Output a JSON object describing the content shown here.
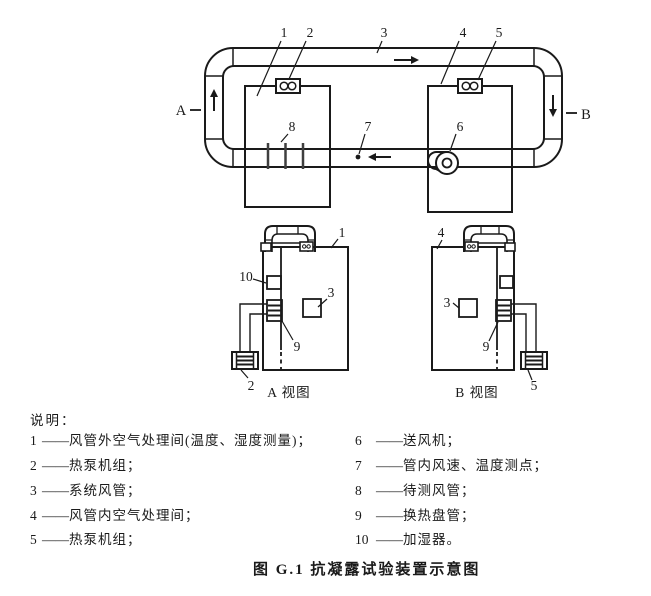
{
  "diagram": {
    "callouts": {
      "n1": "1",
      "n2": "2",
      "n3": "3",
      "n4": "4",
      "n5": "5",
      "n6": "6",
      "n7": "7",
      "n8": "8",
      "n9": "9",
      "n10": "10"
    },
    "ports": {
      "a": "A",
      "b": "B"
    },
    "views": {
      "a": "A 视图",
      "b": "B 视图"
    }
  },
  "legend": {
    "heading": "说明：",
    "dash": "——",
    "items": [
      {
        "num": "1",
        "text": "风管外空气处理间(温度、湿度测量)；"
      },
      {
        "num": "2",
        "text": "热泵机组；"
      },
      {
        "num": "3",
        "text": "系统风管；"
      },
      {
        "num": "4",
        "text": "风管内空气处理间；"
      },
      {
        "num": "5",
        "text": "热泵机组；"
      },
      {
        "num": "6",
        "text": "送风机；"
      },
      {
        "num": "7",
        "text": "管内风速、温度测点；"
      },
      {
        "num": "8",
        "text": "待测风管；"
      },
      {
        "num": "9",
        "text": "换热盘管；"
      },
      {
        "num": "10",
        "text": "加湿器。"
      }
    ]
  },
  "caption": "图 G.1  抗凝露试验装置示意图",
  "colors": {
    "ink": "#1a1a1a",
    "paper": "#ffffff"
  }
}
